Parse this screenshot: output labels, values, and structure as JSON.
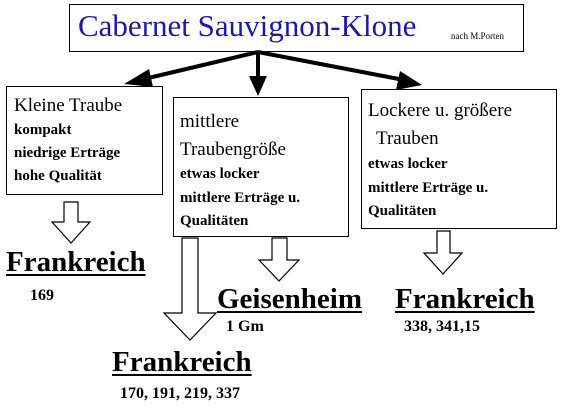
{
  "title": "Cabernet Sauvignon-Klone",
  "title_note": "nach M.Porten",
  "boxes": [
    {
      "lines": [
        "Kleine Traube",
        "kompakt",
        "niedrige Erträge",
        "hohe Qualität"
      ]
    },
    {
      "lines": [
        "mittlere",
        "Traubengröße",
        "etwas locker",
        "mittlere Erträge u.",
        "Qualitäten"
      ]
    },
    {
      "lines": [
        "Lockere u. größere",
        "Trauben",
        "etwas locker",
        "mittlere Erträge u.",
        "Qualitäten"
      ]
    }
  ],
  "results": [
    {
      "place": "Frankreich",
      "codes": "169"
    },
    {
      "place": "Frankreich",
      "codes": "170, 191, 219, 337"
    },
    {
      "place": "Geisenheim",
      "codes": "1 Gm"
    },
    {
      "place": "Frankreich",
      "codes": "338, 341,15"
    }
  ],
  "colors": {
    "title": "#1a1aa6",
    "lines": "#000000"
  }
}
